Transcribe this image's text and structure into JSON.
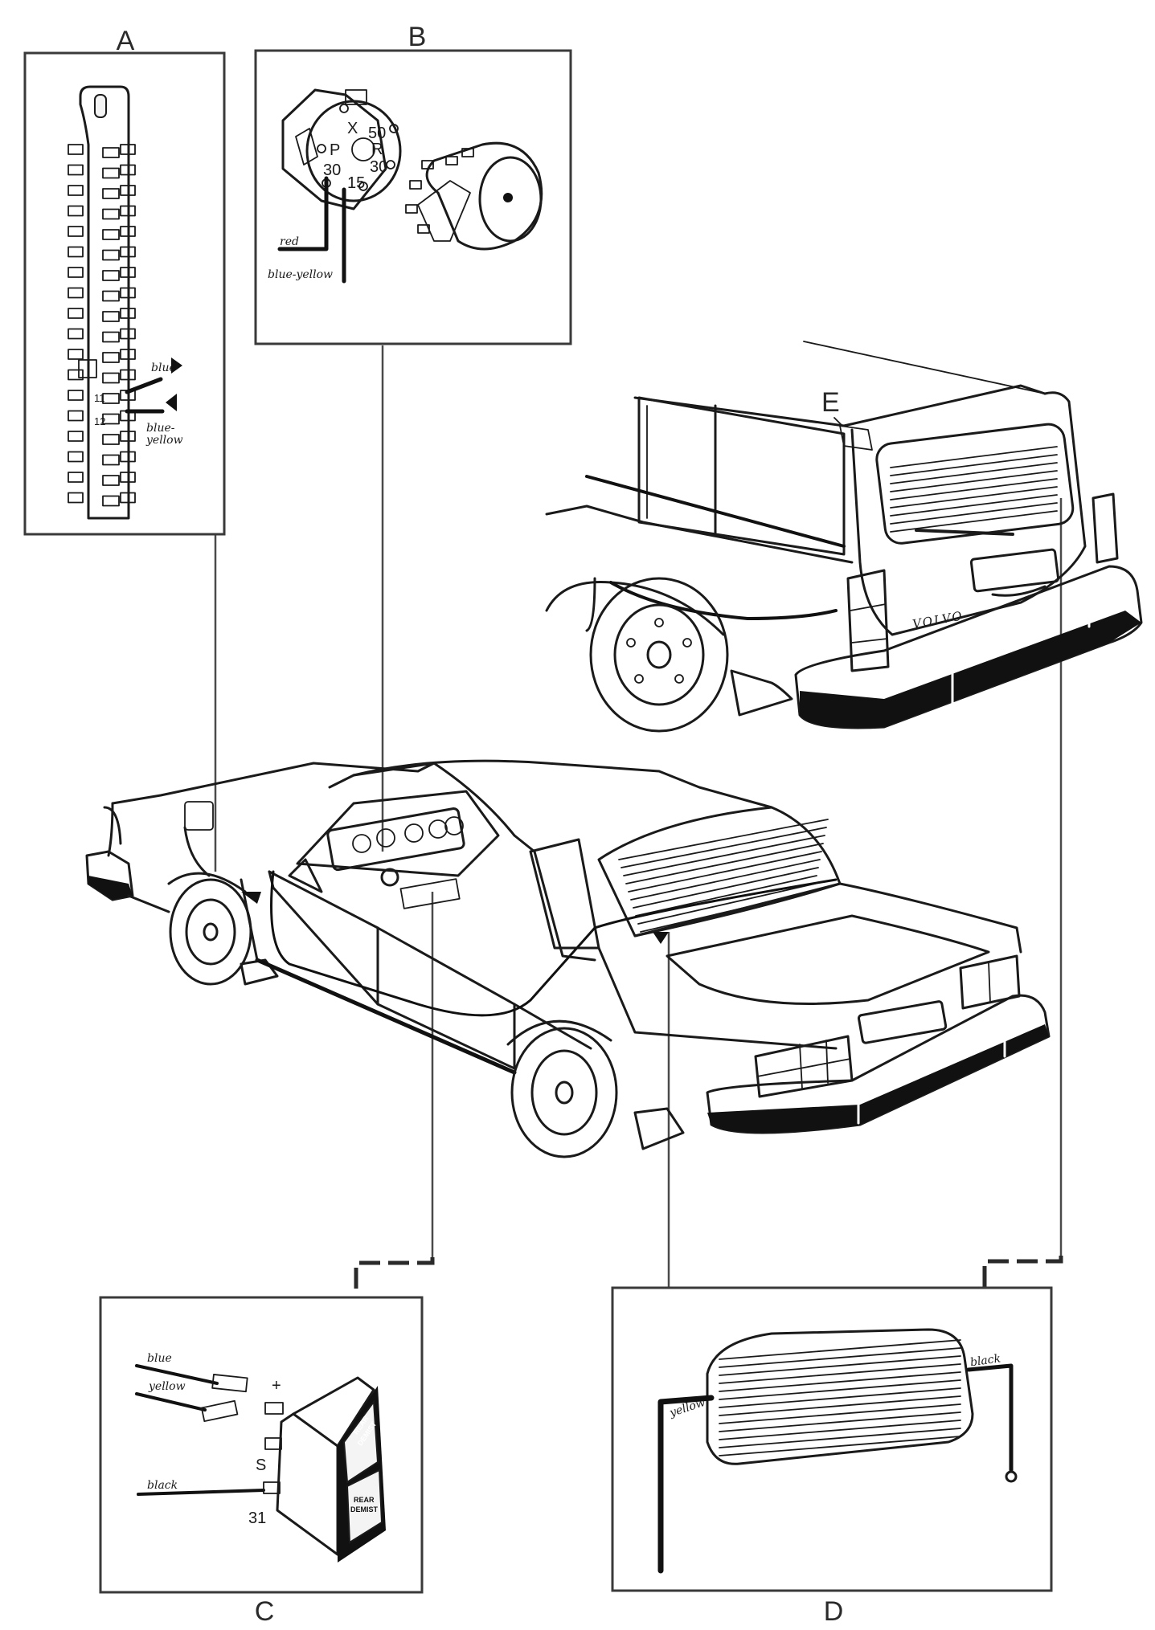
{
  "panels": {
    "a": {
      "letter": "A",
      "labels": {
        "blue": "blue",
        "blue_yellow_1": "blue-",
        "blue_yellow_2": "yellow"
      },
      "terminals": {
        "t11": "11",
        "t12": "12"
      }
    },
    "b": {
      "letter": "B",
      "labels": {
        "red": "red",
        "blue_yellow": "blue-yellow"
      },
      "terminals": {
        "x": "X",
        "t50": "50",
        "p": "P",
        "r": "R",
        "t30a": "30",
        "t30b": "30",
        "t15": "15"
      }
    },
    "c": {
      "letter": "C",
      "labels": {
        "blue": "blue",
        "yellow": "yellow",
        "black": "black"
      },
      "terminals": {
        "plus": "+",
        "s": "S",
        "t31": "31"
      },
      "switch_text": {
        "top_1": "REAR",
        "top_2": "DEMIST",
        "bottom_1": "REAR",
        "bottom_2": "DEMIST"
      }
    },
    "d": {
      "letter": "D",
      "labels": {
        "yellow": "yellow",
        "black": "black"
      }
    }
  },
  "wagon": {
    "callout": "E",
    "badge": "VOLVO"
  },
  "colors": {
    "ink": "#1a1a1a",
    "panel_border": "#3a3a3a",
    "background": "#ffffff"
  }
}
